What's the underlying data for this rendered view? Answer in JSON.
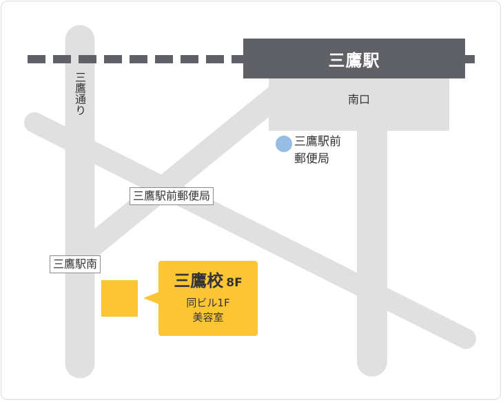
{
  "map": {
    "station": {
      "name": "三鷹駅",
      "exit": "南口"
    },
    "street_vertical": "三鷹通り",
    "labels": {
      "post_office_intersection": "三鷹駅前郵便局",
      "station_south_intersection": "三鷹駅南"
    },
    "post_office": {
      "line1": "三鷹駅前",
      "line2": "郵便局"
    },
    "school": {
      "name": "三鷹校",
      "floor": "8F",
      "note_line1": "同ビル1F",
      "note_line2": "美容室"
    },
    "colors": {
      "road": "#e0e0e0",
      "rail": "#5f6166",
      "school": "#fcc536",
      "post_office_marker": "#98bde4"
    }
  }
}
